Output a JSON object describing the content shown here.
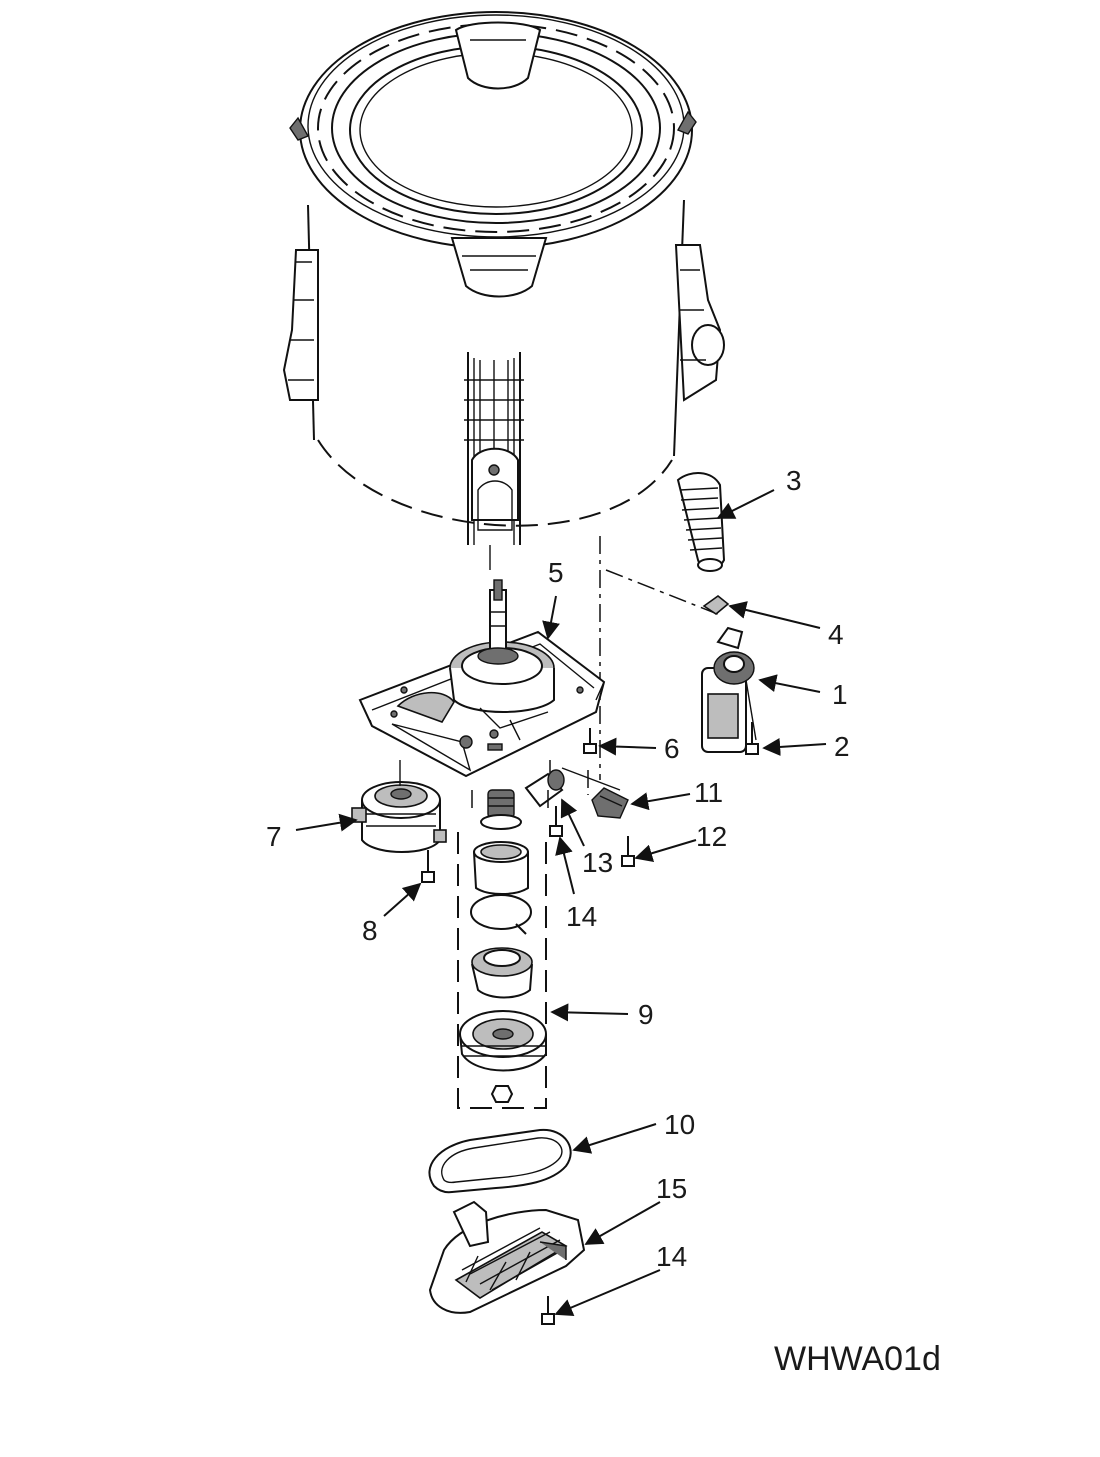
{
  "diagram_code": "WHWA01d",
  "callouts": [
    {
      "id": "c1",
      "label": "1"
    },
    {
      "id": "c2",
      "label": "2"
    },
    {
      "id": "c3",
      "label": "3"
    },
    {
      "id": "c4",
      "label": "4"
    },
    {
      "id": "c5",
      "label": "5"
    },
    {
      "id": "c6",
      "label": "6"
    },
    {
      "id": "c7",
      "label": "7"
    },
    {
      "id": "c8",
      "label": "8"
    },
    {
      "id": "c9",
      "label": "9"
    },
    {
      "id": "c10",
      "label": "10"
    },
    {
      "id": "c11",
      "label": "11"
    },
    {
      "id": "c12",
      "label": "12"
    },
    {
      "id": "c13",
      "label": "13"
    },
    {
      "id": "c14a",
      "label": "14"
    },
    {
      "id": "c14b",
      "label": "14"
    },
    {
      "id": "c15",
      "label": "15"
    }
  ]
}
